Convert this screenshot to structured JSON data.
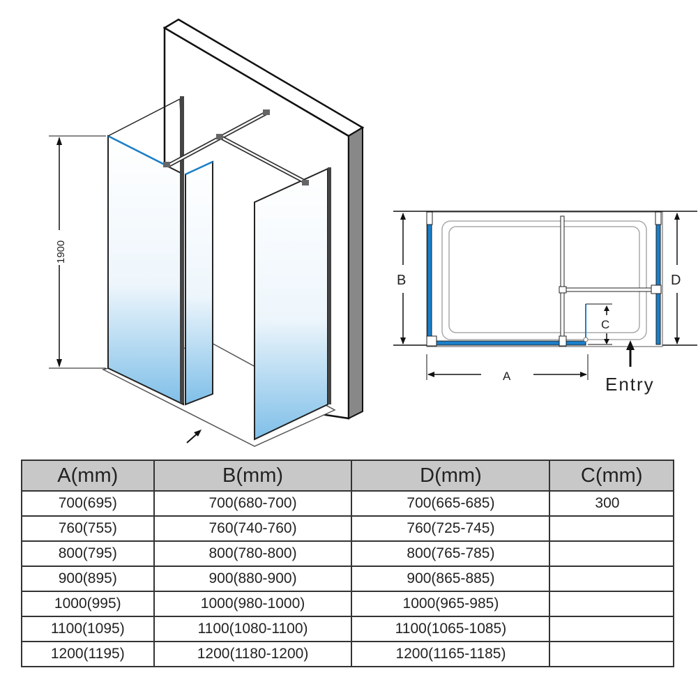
{
  "iso_view": {
    "height_label": "1900"
  },
  "plan_view": {
    "label_a": "A",
    "label_b": "B",
    "label_c": "C",
    "label_d": "D",
    "entry_label": "Entry"
  },
  "colors": {
    "glass_blue": "#1a7fc9",
    "header_gray": "#c8c8c8"
  },
  "table": {
    "headers": [
      "A(mm)",
      "B(mm)",
      "D(mm)",
      "C(mm)"
    ],
    "rows": [
      [
        "700(695)",
        "700(680-700)",
        "700(665-685)",
        "300"
      ],
      [
        "760(755)",
        "760(740-760)",
        "760(725-745)",
        ""
      ],
      [
        "800(795)",
        "800(780-800)",
        "800(765-785)",
        ""
      ],
      [
        "900(895)",
        "900(880-900)",
        "900(865-885)",
        ""
      ],
      [
        "1000(995)",
        "1000(980-1000)",
        "1000(965-985)",
        ""
      ],
      [
        "1100(1095)",
        "1100(1080-1100)",
        "1100(1065-1085)",
        ""
      ],
      [
        "1200(1195)",
        "1200(1180-1200)",
        "1200(1165-1185)",
        ""
      ]
    ]
  }
}
